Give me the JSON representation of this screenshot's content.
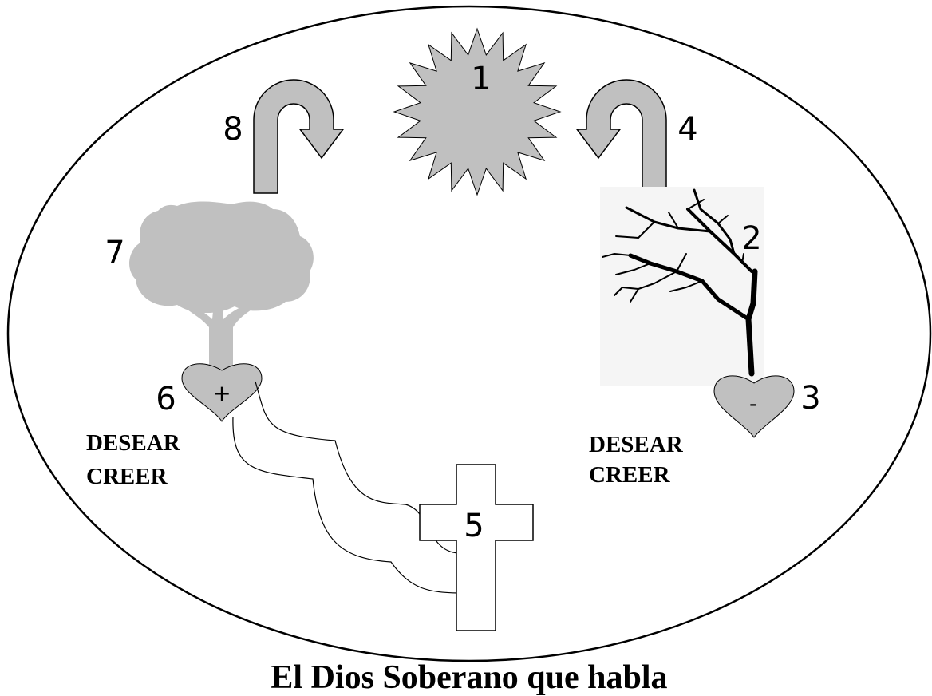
{
  "title": "El Dios Soberano que habla",
  "numbers": {
    "n1": "1",
    "n2": "2",
    "n3": "3",
    "n4": "4",
    "n5": "5",
    "n6": "6",
    "n7": "7",
    "n8": "8"
  },
  "signs": {
    "left_heart": "+",
    "right_heart": "-"
  },
  "left_labels": {
    "line1": "DESEAR",
    "line2": "CREER"
  },
  "right_labels": {
    "line1": "DESEAR",
    "line2": "CREER"
  },
  "colors": {
    "fill_gray": "#c0c0c0",
    "outline": "#000000",
    "background": "#ffffff"
  }
}
